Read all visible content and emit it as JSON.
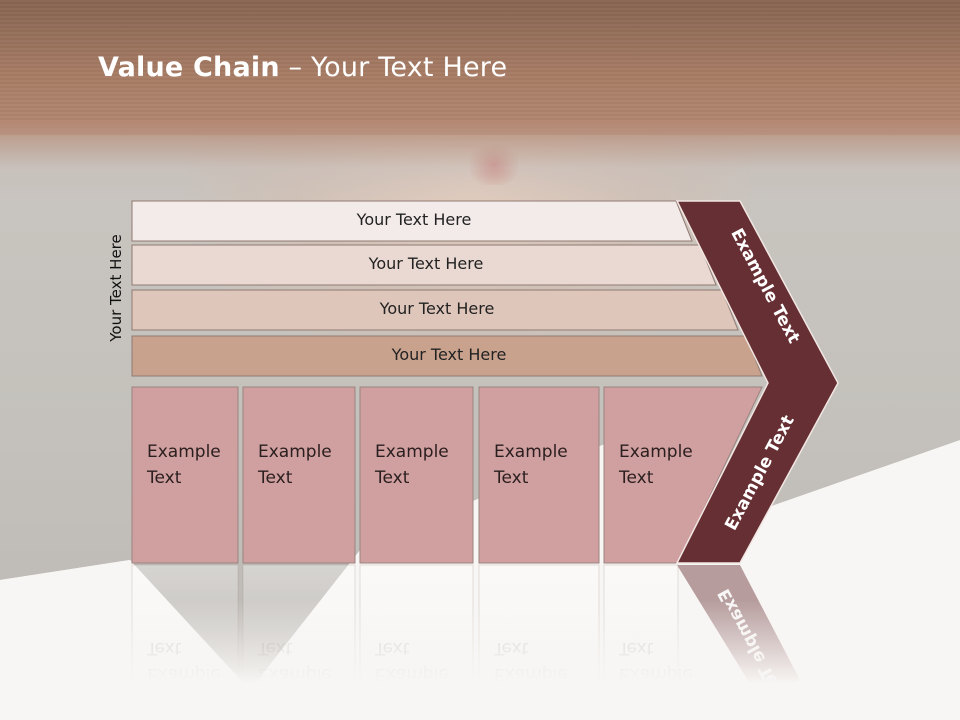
{
  "slide": {
    "title_bold": "Value Chain",
    "title_rest": " – Your Text Here"
  },
  "side_label": "Your Text Here",
  "rows": [
    {
      "label": "Your Text Here",
      "color": "#f3ebe9"
    },
    {
      "label": "Your Text Here",
      "color": "#ead9d2"
    },
    {
      "label": "Your Text Here",
      "color": "#dfc6ba"
    },
    {
      "label": "Your Text Here",
      "color": "#c9a28e"
    }
  ],
  "cells": [
    {
      "line1": "Example",
      "line2": "Text"
    },
    {
      "line1": "Example",
      "line2": "Text"
    },
    {
      "line1": "Example",
      "line2": "Text"
    },
    {
      "line1": "Example",
      "line2": "Text"
    },
    {
      "line1": "Example",
      "line2": "Text"
    }
  ],
  "cell_color": "#d09fa0",
  "chevron": {
    "top_label": "Example Text",
    "bottom_label": "Example Text",
    "color": "#662f33"
  }
}
